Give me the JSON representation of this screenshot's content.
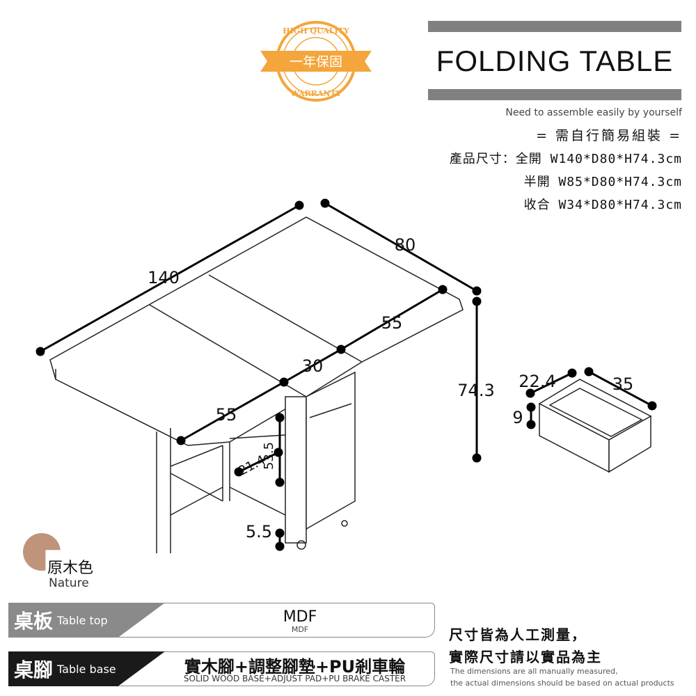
{
  "badge": {
    "top": "HIGH QUALITY",
    "center": "一年保固",
    "bottom": "WARRANTY",
    "color": "#f4a53c"
  },
  "header": {
    "title": "FOLDING TABLE",
    "subtitle": "Need to assemble easily by yourself",
    "assembly": "= 需自行簡易組裝 =",
    "sizes": [
      "產品尺寸：全開 W140*D80*H74.3cm",
      "半開 W85*D80*H74.3cm",
      "收合 W34*D80*H74.3cm"
    ]
  },
  "dimensions": {
    "length": "140",
    "depth": "80",
    "leaf_upper": "55",
    "center": "30",
    "leaf_lower": "55",
    "height": "74.3",
    "shelf_depth": "21.4",
    "shelf_height": "53.5",
    "clearance": "5.5",
    "drawer_width": "22.4",
    "drawer_depth": "35",
    "drawer_height": "9"
  },
  "color_swatch": {
    "name": "原木色",
    "name_en": "Nature",
    "color": "#c0947a"
  },
  "materials": [
    {
      "part": "桌板",
      "part_en": "Table top",
      "main": "MDF",
      "sub": "MDF",
      "color": "#8a8a8a"
    },
    {
      "part": "桌腳",
      "part_en": "Table base",
      "main": "實木腳+調整腳墊+PU剎車輪",
      "sub": "SOLID WOOD BASE+ADJUST PAD+PU BRAKE CASTER",
      "color": "#1a1a1a"
    }
  ],
  "note": {
    "line1": "尺寸皆為人工測量，",
    "line2": "實際尺寸請以實品為主",
    "en1": "The dimensions are all manually measured,",
    "en2": "the actual dimensions should be based on actual products"
  }
}
